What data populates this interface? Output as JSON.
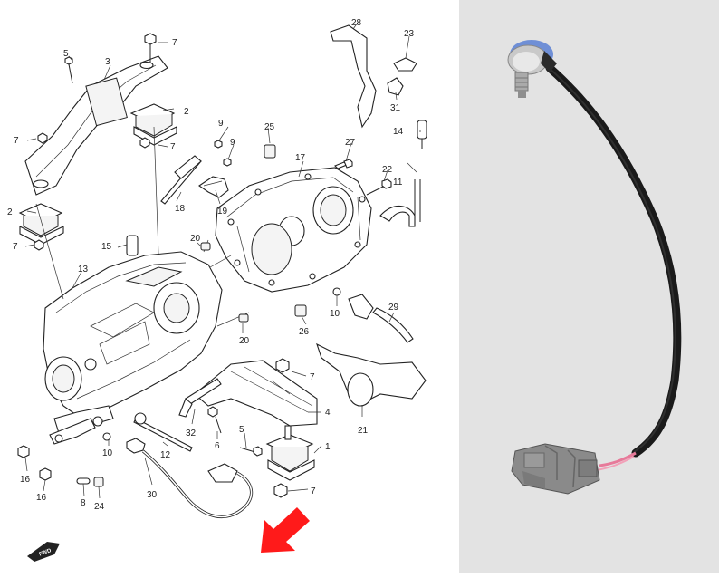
{
  "diagram": {
    "labels": [
      "1",
      "2",
      "2",
      "3",
      "4",
      "5",
      "5",
      "6",
      "7",
      "7",
      "7",
      "7",
      "7",
      "7",
      "8",
      "9",
      "9",
      "10",
      "10",
      "11",
      "12",
      "13",
      "14",
      "15",
      "16",
      "16",
      "17",
      "18",
      "19",
      "20",
      "20",
      "21",
      "22",
      "23",
      "24",
      "25",
      "26",
      "27",
      "28",
      "29",
      "30",
      "31",
      "32"
    ],
    "fwd_label": "FWD"
  },
  "colors": {
    "arrow": "#ff1a1a",
    "panel_bg": "#e3e3e3",
    "cable": "#1a1a1a",
    "sensor_cap": "#6f8fd6",
    "connector": "#8a8a8a",
    "wire_pink": "#e77a9a"
  },
  "icons": {
    "pointer_arrow": "red-arrow-icon",
    "front_indicator": "fwd-arrow-icon"
  }
}
